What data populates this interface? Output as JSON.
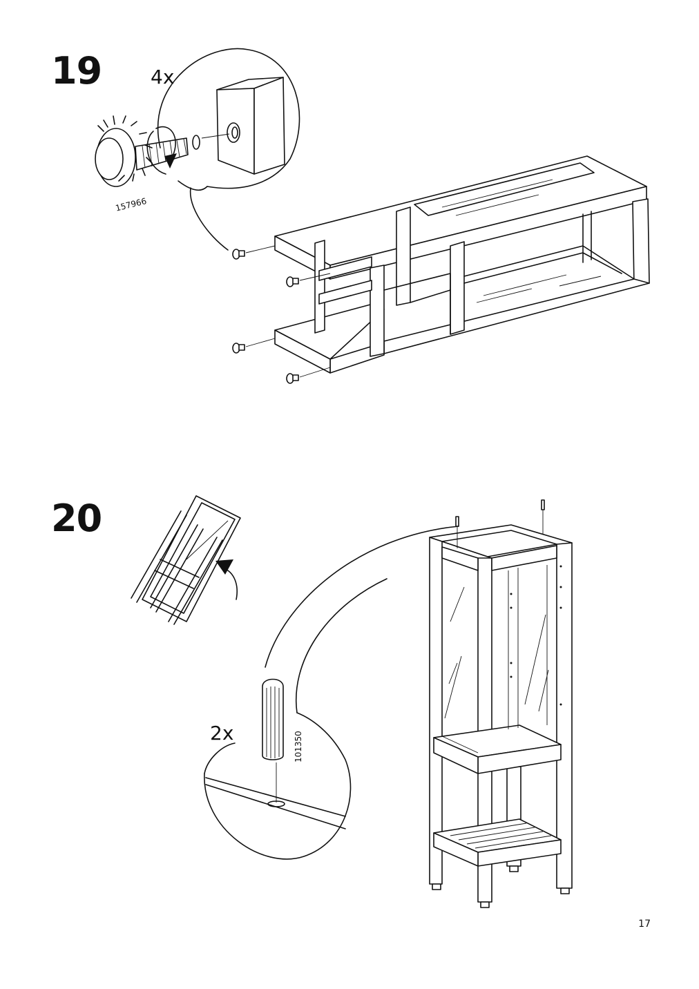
{
  "steps": [
    {
      "number": "19",
      "quantity": "4x",
      "part_number": "157966"
    },
    {
      "number": "20",
      "quantity": "2x",
      "part_number": "101350"
    }
  ],
  "page_number": "17",
  "icons": [
    "leveling-foot-icon",
    "dowel-icon",
    "rotate-arrow-icon",
    "flip-arrow-icon"
  ]
}
